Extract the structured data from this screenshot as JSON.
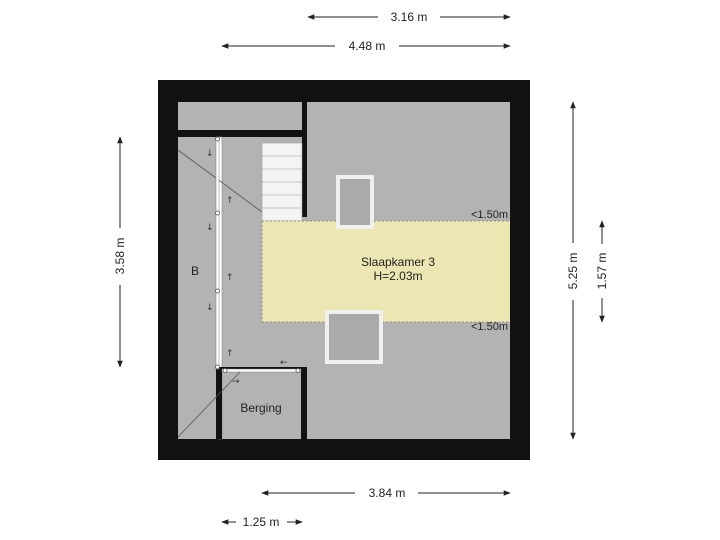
{
  "dimensions": {
    "top_inner": "3.16 m",
    "top_outer": "4.48 m",
    "bottom_main": "3.84 m",
    "bottom_small": "1.25 m",
    "left_height": "3.58 m",
    "right_total": "5.25 m",
    "right_zone": "1.57 m"
  },
  "rooms": {
    "bedroom_name": "Slaapkamer 3",
    "bedroom_height": "H=2.03m",
    "storage_room": "B",
    "berging": "Berging"
  },
  "level_markers": {
    "upper": "<1.50m",
    "lower": "<1.50m"
  },
  "door_arrows": {
    "down": "↓",
    "up": "↑",
    "left": "←",
    "right": "→"
  },
  "colors": {
    "wall": "#111111",
    "floor": "#b3b3b3",
    "zone": "#ece6b2",
    "window": "#f0f0f0",
    "stair": "#f4f4f4",
    "dimension_line": "#222222"
  }
}
